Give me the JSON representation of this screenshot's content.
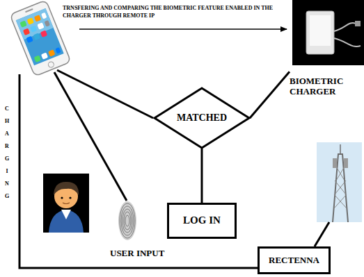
{
  "diagram": {
    "nodes": [
      {
        "text": [
          "BIOMETRIC CHARGER"
        ]
      },
      {
        "text": [
          "MATCHED"
        ]
      },
      {
        "text": [
          "LOG IN"
        ]
      },
      {
        "text": [
          "RECTENNA"
        ]
      }
    ],
    "edges": [
      {
        "from": 1,
        "to": 0,
        "arrow": "none"
      },
      {
        "from": 1,
        "to": 2,
        "arrow": "none"
      }
    ],
    "labels": [
      "TRNSFERING AND COMPARING THE BIOMETRIC FEATURE ENABLED IN THE CHARGER THROUGH REMOTE IP",
      "USER INPUT",
      "CHARGING"
    ]
  }
}
